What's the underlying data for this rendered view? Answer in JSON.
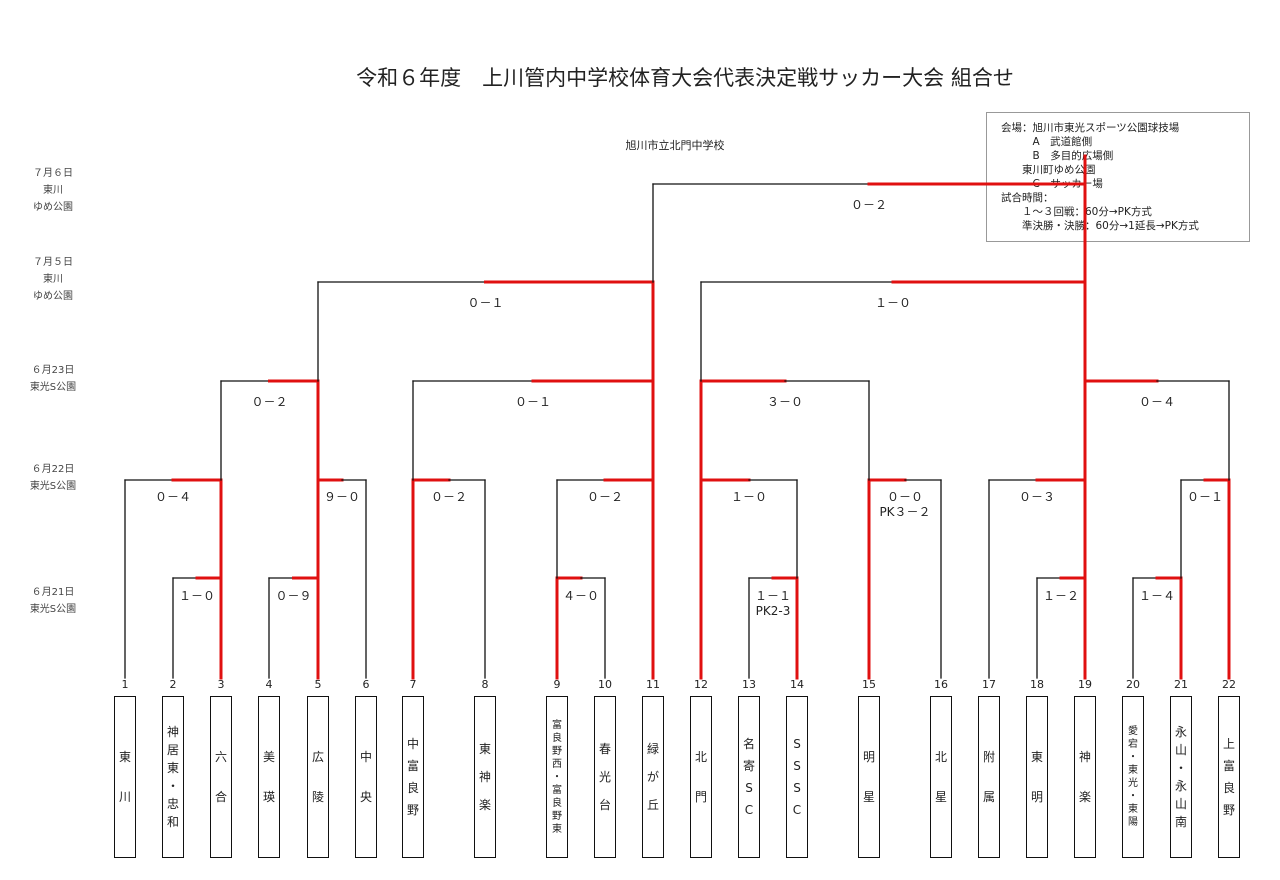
{
  "title": "令和６年度　上川管内中学校体育大会代表決定戦サッカー大会 組合せ",
  "host": "旭川市立北門中学校",
  "venue_lines": [
    "会場：旭川市東光スポーツ公園球技場",
    "　　　A　武道館側",
    "　　　B　多目的広場側",
    "　　東川町ゆめ公園",
    "　　　C　サッカー場",
    "試合時間：",
    "　　１～３回戦：60分→PK方式",
    "　　準決勝・決勝：60分→1延長→PK方式"
  ],
  "round_labels": [
    {
      "date": "７月６日",
      "venue1": "東川",
      "venue2": "ゆめ公園"
    },
    {
      "date": "７月５日",
      "venue1": "東川",
      "venue2": "ゆめ公園"
    },
    {
      "date": "６月23日",
      "venue1": "東光S公園",
      "venue2": ""
    },
    {
      "date": "６月22日",
      "venue1": "東光S公園",
      "venue2": ""
    },
    {
      "date": "６月21日",
      "venue1": "東光S公園",
      "venue2": ""
    }
  ],
  "teams": [
    {
      "num": "1",
      "name": "東川"
    },
    {
      "num": "2",
      "name": "神居東・忠和"
    },
    {
      "num": "3",
      "name": "六合"
    },
    {
      "num": "4",
      "name": "美瑛"
    },
    {
      "num": "5",
      "name": "広陵"
    },
    {
      "num": "6",
      "name": "中央"
    },
    {
      "num": "7",
      "name": "中富良野"
    },
    {
      "num": "8",
      "name": "東神楽"
    },
    {
      "num": "9",
      "name": "富良野西・富良野東"
    },
    {
      "num": "10",
      "name": "春光台"
    },
    {
      "num": "11",
      "name": "緑が丘"
    },
    {
      "num": "12",
      "name": "北門"
    },
    {
      "num": "13",
      "name": "名寄SC"
    },
    {
      "num": "14",
      "name": "SSSC"
    },
    {
      "num": "15",
      "name": "明星"
    },
    {
      "num": "16",
      "name": "北星"
    },
    {
      "num": "17",
      "name": "附属"
    },
    {
      "num": "18",
      "name": "東明"
    },
    {
      "num": "19",
      "name": "神楽"
    },
    {
      "num": "20",
      "name": "愛宕・東光・東陽"
    },
    {
      "num": "21",
      "name": "永山・永山南"
    },
    {
      "num": "22",
      "name": "上富良野"
    }
  ],
  "scores": {
    "r1_m1": "１－０",
    "r1_m2": "０－９",
    "r1_m3": "４－０",
    "r1_m4": "１－１\nPK2-3",
    "r1_m5": "１－２",
    "r1_m6": "１－４",
    "r2_m1": "０－４",
    "r2_m2": "９－０",
    "r2_m3": "０－２",
    "r2_m4": "０－２",
    "r2_m5": "１－０",
    "r2_m6": "０－０\nPK３－２",
    "r2_m7": "０－３",
    "r2_m8": "０－１",
    "r3_m1": "０－２",
    "r3_m2": "０－１",
    "r3_m3": "３－０",
    "r3_m4": "０－４",
    "sf_m1": "０－１",
    "sf_m2": "１－０",
    "final": "０－２"
  },
  "colors": {
    "win": "#e01010",
    "line": "#111111"
  }
}
